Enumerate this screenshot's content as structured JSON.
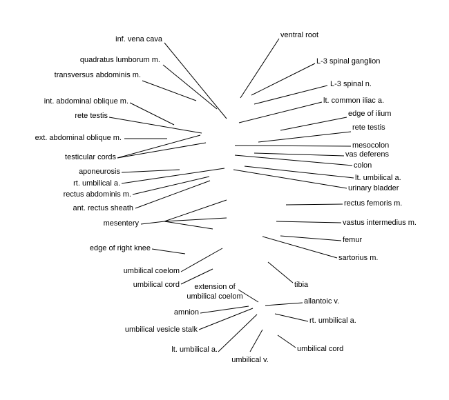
{
  "diagram": {
    "line_color": "#000000",
    "labels": {
      "inf_vena_cava": "inf. vena cava",
      "quadratus_lumborum": "quadratus lumborum m.",
      "transversus_abdominis": "transversus abdominis m.",
      "int_abdominal_oblique": "int. abdominal oblique m.",
      "rete_testis_left": "rete testis",
      "ext_abdominal_oblique": "ext. abdominal oblique m.",
      "testicular_cords": "testicular cords",
      "aponeurosis": "aponeurosis",
      "rt_umbilical_a_left": "rt. umbilical a.",
      "rectus_abdominis": "rectus abdominis m.",
      "ant_rectus_sheath": "ant. rectus sheath",
      "mesentery": "mesentery",
      "edge_right_knee": "edge of right knee",
      "umbilical_coelom": "umbilical coelom",
      "umbilical_cord_left": "umbilical cord",
      "extension_umbilical_coelom_1": "extension of",
      "extension_umbilical_coelom_2": "umbilical coelom",
      "amnion": "amnion",
      "umbilical_vesicle_stalk": "umbilical vesicle stalk",
      "lt_umbilical_a_bottom": "lt. umbilical a.",
      "umbilical_v": "umbilical v.",
      "umbilical_cord_right": "umbilical cord",
      "rt_umbilical_a_right": "rt. umbilical a.",
      "allantoic_v": "allantoic v.",
      "tibia": "tibia",
      "sartorius": "sartorius m.",
      "femur": "femur",
      "vastus_intermedius": "vastus intermedius m.",
      "rectus_femoris": "rectus femoris m.",
      "urinary_bladder": "urinary bladder",
      "lt_umbilical_a_right": "lt. umbilical a.",
      "colon": "colon",
      "vas_deferens": "vas deferens",
      "mesocolon": "mesocolon",
      "rete_testis_right": "rete testis",
      "edge_of_ilium": "edge of ilium",
      "lt_common_iliac": "lt. common iliac a.",
      "l3_spinal_n": "L-3 spinal n.",
      "l3_spinal_ganglion": "L-3 spinal ganglion",
      "ventral_root": "ventral root"
    }
  }
}
